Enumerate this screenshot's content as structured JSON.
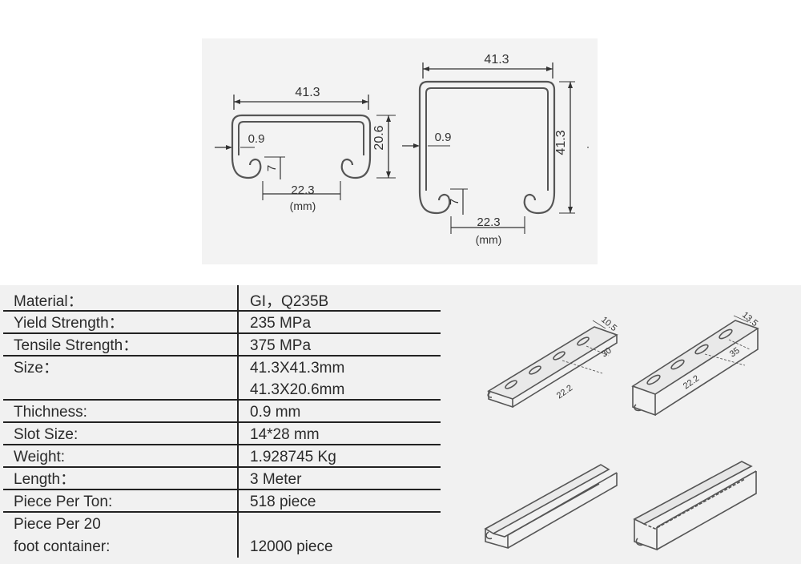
{
  "profile_small": {
    "width": "41.3",
    "height": "20.6",
    "thickness": "0.9",
    "lip": "7",
    "slot_opening": "22.3",
    "unit": "(mm)"
  },
  "profile_large": {
    "width": "41.3",
    "height": "41.3",
    "thickness": "0.9",
    "lip": "7",
    "slot_opening": "22.3",
    "unit": "(mm)"
  },
  "specs": [
    {
      "label": "Material：",
      "value": "GI，Q235B"
    },
    {
      "label": "Yield Strength：",
      "value": "235 MPa"
    },
    {
      "label": "Tensile Strength：",
      "value": "375 MPa"
    },
    {
      "label": "Size：",
      "value": "41.3X41.3mm",
      "value2": "41.3X20.6mm"
    },
    {
      "label": "Thichness:",
      "value": "0.9 mm"
    },
    {
      "label": "Slot Size:",
      "value": "14*28 mm"
    },
    {
      "label": "Weight:",
      "value": "1.928745 Kg"
    },
    {
      "label": "Length：",
      "value": "3 Meter"
    },
    {
      "label": "Piece Per Ton:",
      "value": "518 piece"
    },
    {
      "label": "Piece Per 20",
      "label2": "foot container:",
      "value": "12000 piece"
    }
  ],
  "iso_slotted_small": {
    "slot_width": "10.5",
    "slot_pitch": "30",
    "slot_offset": "22.2"
  },
  "iso_slotted_large": {
    "slot_width": "13.5",
    "slot_pitch": "35",
    "slot_offset": "22.2"
  }
}
